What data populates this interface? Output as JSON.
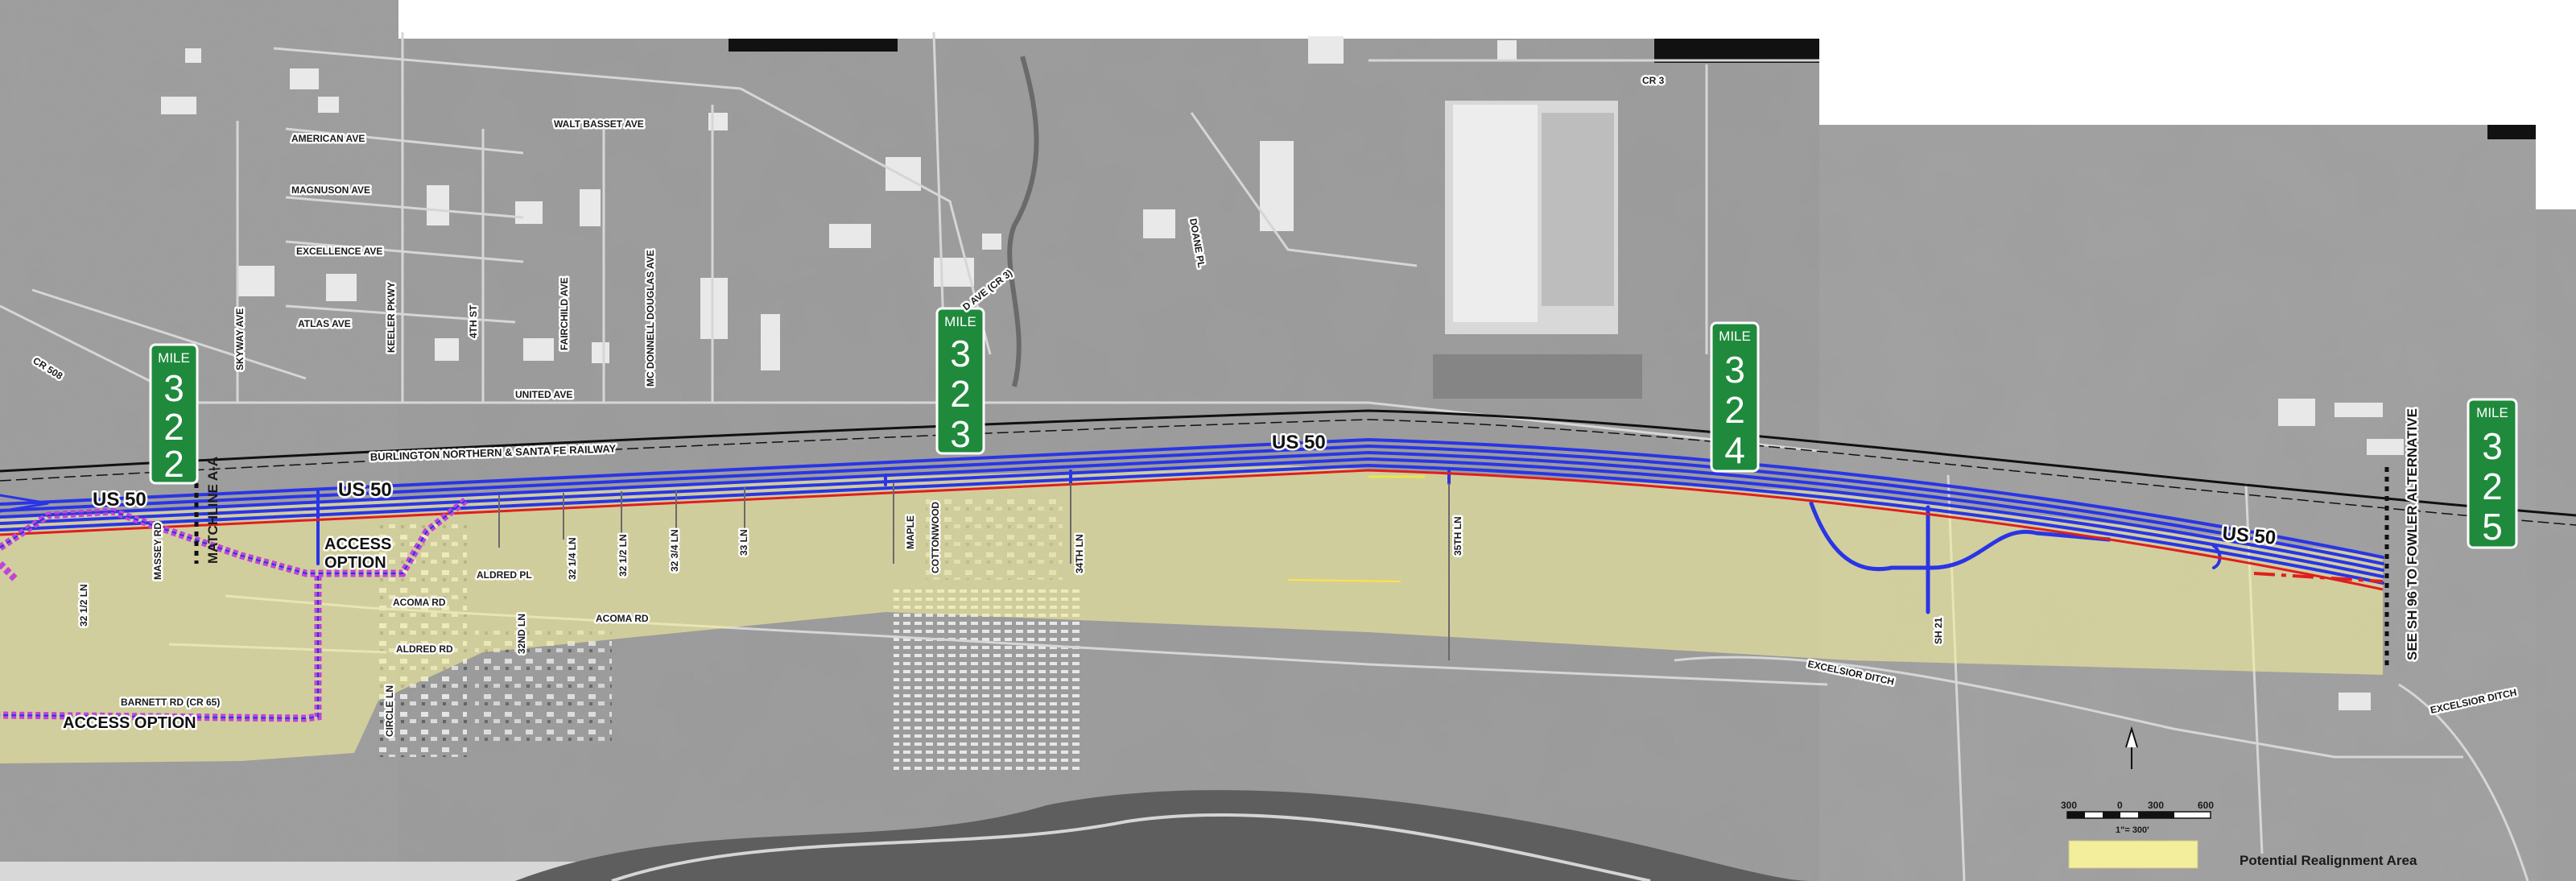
{
  "colors": {
    "alignment_blue": "#2a35e6",
    "access_option_purple": "#c243d8",
    "right_of_way_red": "#e01e1e",
    "realignment_area_yellow": "#f3ee9c",
    "milepost_green": "#1f8a3c",
    "railway_black": "#111111"
  },
  "mileposts": [
    {
      "label": "MILE",
      "digits": [
        "3",
        "2",
        "2"
      ]
    },
    {
      "label": "MILE",
      "digits": [
        "3",
        "2",
        "3"
      ]
    },
    {
      "label": "MILE",
      "digits": [
        "3",
        "2",
        "4"
      ]
    },
    {
      "label": "MILE",
      "digits": [
        "3",
        "2",
        "5"
      ]
    }
  ],
  "highway_labels": [
    "US 50",
    "US 50",
    "US 50",
    "US 50"
  ],
  "railway_label": "BURLINGTON NORTHERN & SANTA FE RAILWAY",
  "matchline_label": "MATCHLINE A-A",
  "access_options": [
    "ACCESS",
    "OPTION",
    "ACCESS OPTION"
  ],
  "street_labels": {
    "walt_basset": "WALT BASSET AVE",
    "american": "AMERICAN AVE",
    "magnuson": "MAGNUSON AVE",
    "excellence": "EXCELLENCE AVE",
    "atlas": "ATLAS AVE",
    "skyway": "SKYWAY AVE",
    "keeler": "KEELER PKWY",
    "fourth": "4TH ST",
    "fairchild": "FAIRCHILD AVE",
    "mcdonnell": "MC DONNELL DOUGLAS AVE",
    "united": "UNITED AVE",
    "cr508": "CR 508",
    "cr3": "CR 3",
    "doane": "DOANE PL",
    "d_ave": "D AVE (CR 3)",
    "ln_32_half": "32 1/2 LN",
    "massey": "MASSEY RD",
    "aldred_pl": "ALDRED PL",
    "ln_32_1_4": "32 1/4 LN",
    "ln_32_1_2": "32 1/2 LN",
    "ln_32_3_4": "32 3/4 LN",
    "ln_33": "33 LN",
    "maple": "MAPLE",
    "cottonwood": "COTTONWOOD",
    "ln_34th": "34TH LN",
    "ln_35th": "35TH LN",
    "acoma_1": "ACOMA RD",
    "acoma_2": "ACOMA RD",
    "aldred_rd": "ALDRED RD",
    "ln_32nd": "32ND LN",
    "circle": "CIRCLE LN",
    "barnett": "BARNETT RD (CR 65)",
    "sh21": "SH 21",
    "excelsior_1": "EXCELSIOR DITCH",
    "excelsior_2": "EXCELSIOR DITCH"
  },
  "fowler_note": "SEE SH 96 TO FOWLER ALTERNATIVE",
  "scale_bar": {
    "ticks": [
      "300",
      "0",
      "300",
      "600"
    ],
    "note": "1\"= 300'"
  },
  "legend": {
    "label": "Potential Realignment Area"
  }
}
